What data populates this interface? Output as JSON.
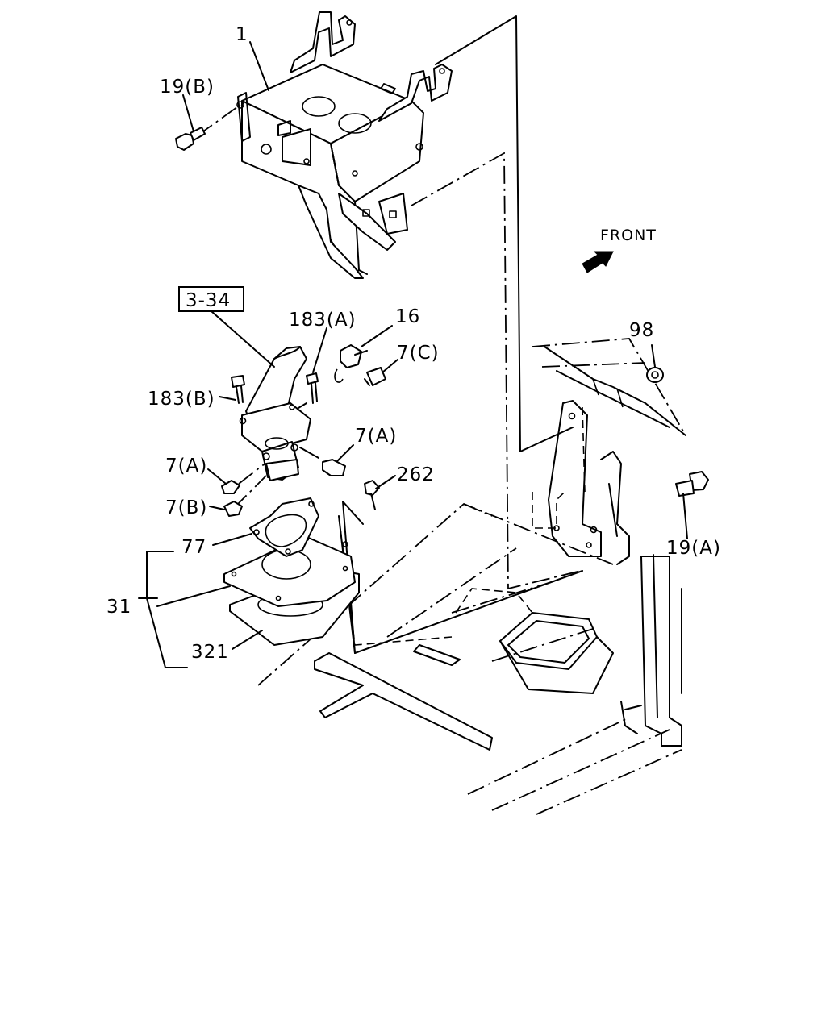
{
  "callouts": {
    "c1": "1",
    "c19b": "19(B)",
    "c334": "3-34",
    "c183a": "183(A)",
    "c16": "16",
    "c7c": "7(C)",
    "c183b": "183(B)",
    "c7a_right": "7(A)",
    "c7a_left": "7(A)",
    "c7b": "7(B)",
    "c262": "262",
    "c77": "77",
    "c31": "31",
    "c321": "321",
    "c98": "98",
    "c19a": "19(A)",
    "front": "FRONT"
  },
  "icons": {
    "front_arrow": "arrow-northeast-icon"
  }
}
